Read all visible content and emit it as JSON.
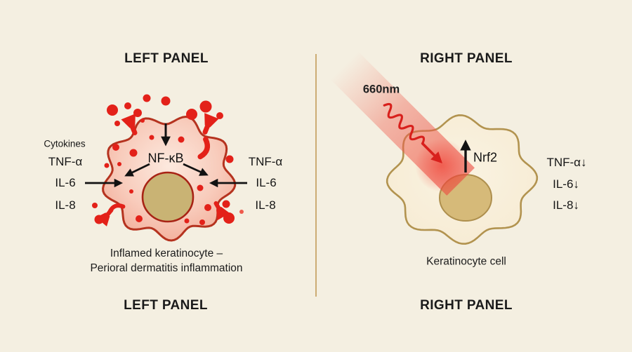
{
  "figure": {
    "left_panel": {
      "title_top": "LEFT PANEL",
      "title_bottom": "LEFT PANEL",
      "cytokines_heading": "Cytokines",
      "cytokines_left": [
        "TNF-α",
        "IL-6",
        "IL-8"
      ],
      "cytokines_right": [
        "TNF-α",
        "IL-6",
        "IL-8"
      ],
      "transcription_factor": "NF-κB",
      "caption_line1": "Inflamed keratinocyte –",
      "caption_line2": "Perioral dermatitis inflammation"
    },
    "right_panel": {
      "title_top": "RIGHT PANEL",
      "title_bottom": "RIGHT PANEL",
      "wavelength": "660nm",
      "pathway": "Nrf2",
      "cytokines_reduced": [
        "TNF-α↓",
        "IL-6↓",
        "IL-8↓"
      ],
      "caption": "Keratinocyte cell"
    },
    "colors": {
      "background": "#f4efe1",
      "divider": "#c7a567",
      "inflamed_cell_border": "#b5331f",
      "inflamed_cell_fill_center": "#fce8dd",
      "inflamed_cell_fill_edge": "#f2a995",
      "cytokine_dot": "#e32119",
      "nucleus_left_fill": "#c9b374",
      "nucleus_left_border": "#a82315",
      "calm_cell_fill": "#f8eeda",
      "calm_cell_border": "#b2934f",
      "nucleus_right_fill": "#d6ba79",
      "nucleus_right_border": "#ae8f4d",
      "light_beam": "#ee5a50",
      "text": "#1b1b1b"
    }
  }
}
